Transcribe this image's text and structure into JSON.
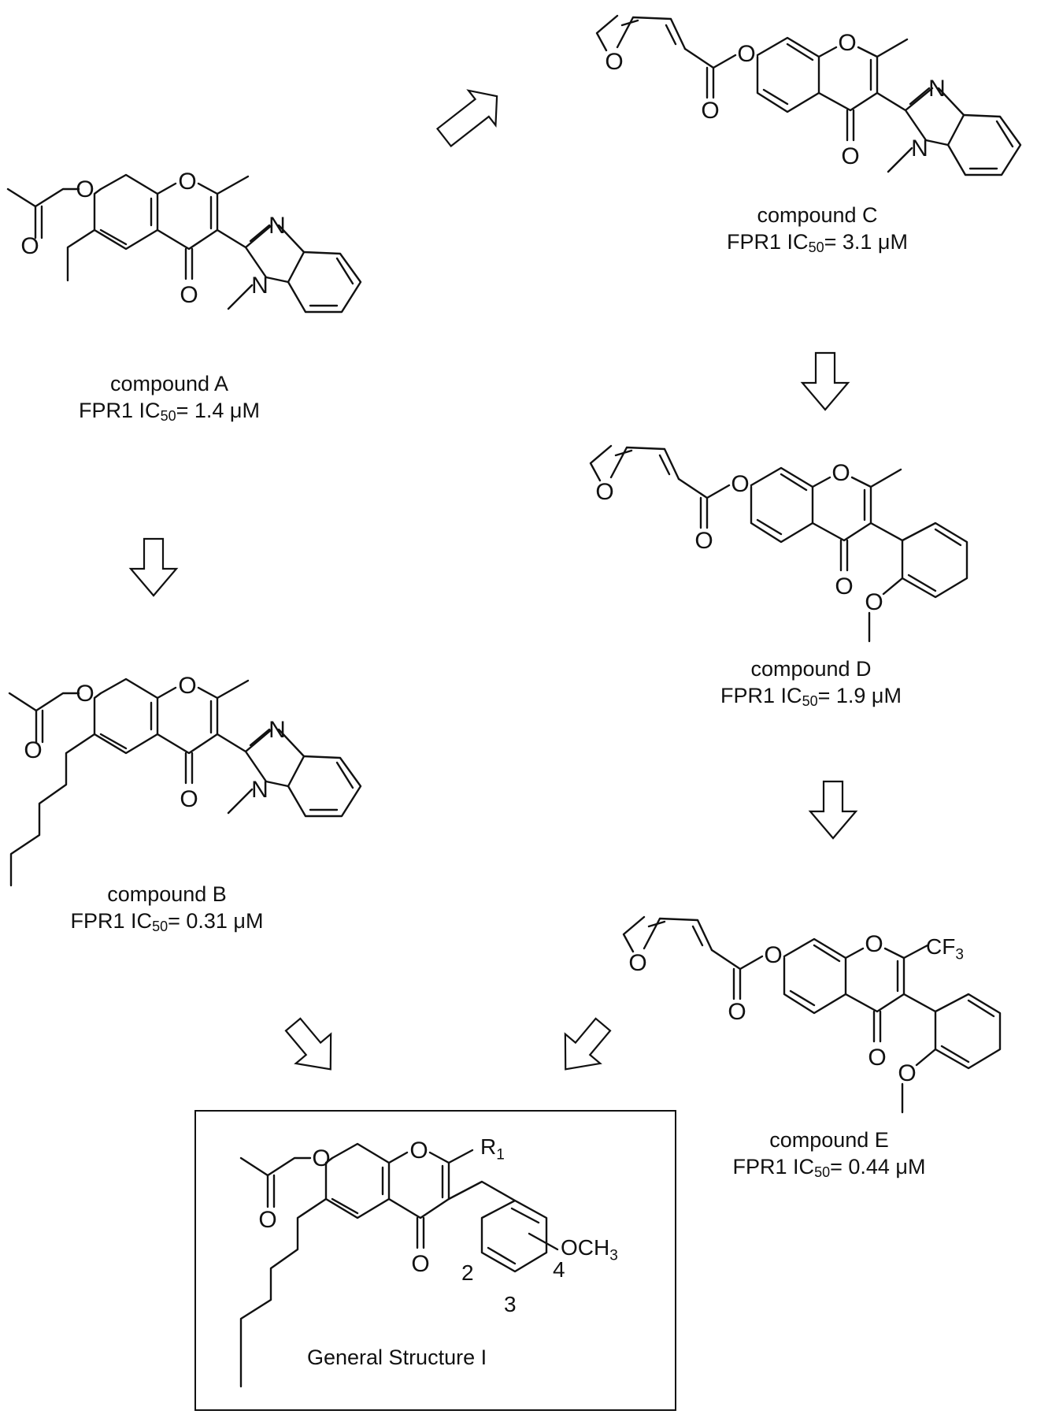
{
  "compounds": [
    {
      "id": "A",
      "name": "compound A",
      "assay_prefix": "FPR1 IC",
      "assay_sub": "50",
      "assay_value": "= 1.4 μM"
    },
    {
      "id": "B",
      "name": "compound B",
      "assay_prefix": "FPR1 IC",
      "assay_sub": "50",
      "assay_value": "= 0.31 μM"
    },
    {
      "id": "C",
      "name": "compound C",
      "assay_prefix": "FPR1 IC",
      "assay_sub": "50",
      "assay_value": "= 3.1 μM"
    },
    {
      "id": "D",
      "name": "compound D",
      "assay_prefix": "FPR1 IC",
      "assay_sub": "50",
      "assay_value": "= 1.9 μM"
    },
    {
      "id": "E",
      "name": "compound E",
      "assay_prefix": "FPR1 IC",
      "assay_sub": "50",
      "assay_value": "= 0.44 μM"
    }
  ],
  "general_structure": {
    "label": "General Structure I",
    "r_group": "R",
    "r_sub": "1",
    "substituent": "OCH",
    "substituent_sub": "3",
    "positions": [
      "2",
      "3",
      "4"
    ]
  },
  "atoms": {
    "oxygen": "O",
    "nitrogen": "N",
    "cf3": "CF",
    "cf3_sub": "3"
  },
  "colors": {
    "ink": "#111111",
    "background": "#ffffff"
  }
}
